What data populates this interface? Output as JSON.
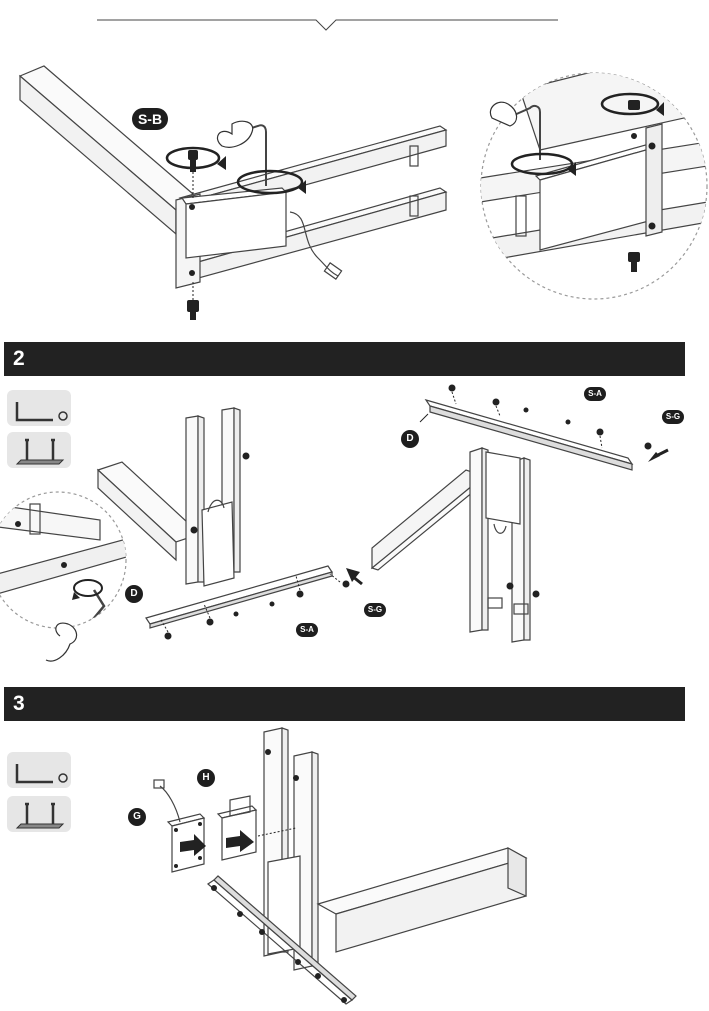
{
  "steps": [
    {
      "number": "2"
    },
    {
      "number": "3"
    }
  ],
  "labels": {
    "screw_sb": "S-B",
    "screw_sa": "S-A",
    "screw_sg": "S-G",
    "part_d": "D",
    "part_g": "G",
    "part_h": "H"
  },
  "icons": {
    "tools": [
      "allen-key-icon",
      "desk-frame-icon"
    ],
    "fasteners": [
      "screw-icon",
      "bolt-icon"
    ],
    "motion": [
      "rotate-arrow-icon",
      "push-arrow-icon"
    ]
  },
  "colors": {
    "banner": "#222222",
    "banner_text": "#ffffff",
    "tool_box": "#e6e6e6",
    "line": "#333333",
    "detail_circle": "#9a9a9a"
  }
}
